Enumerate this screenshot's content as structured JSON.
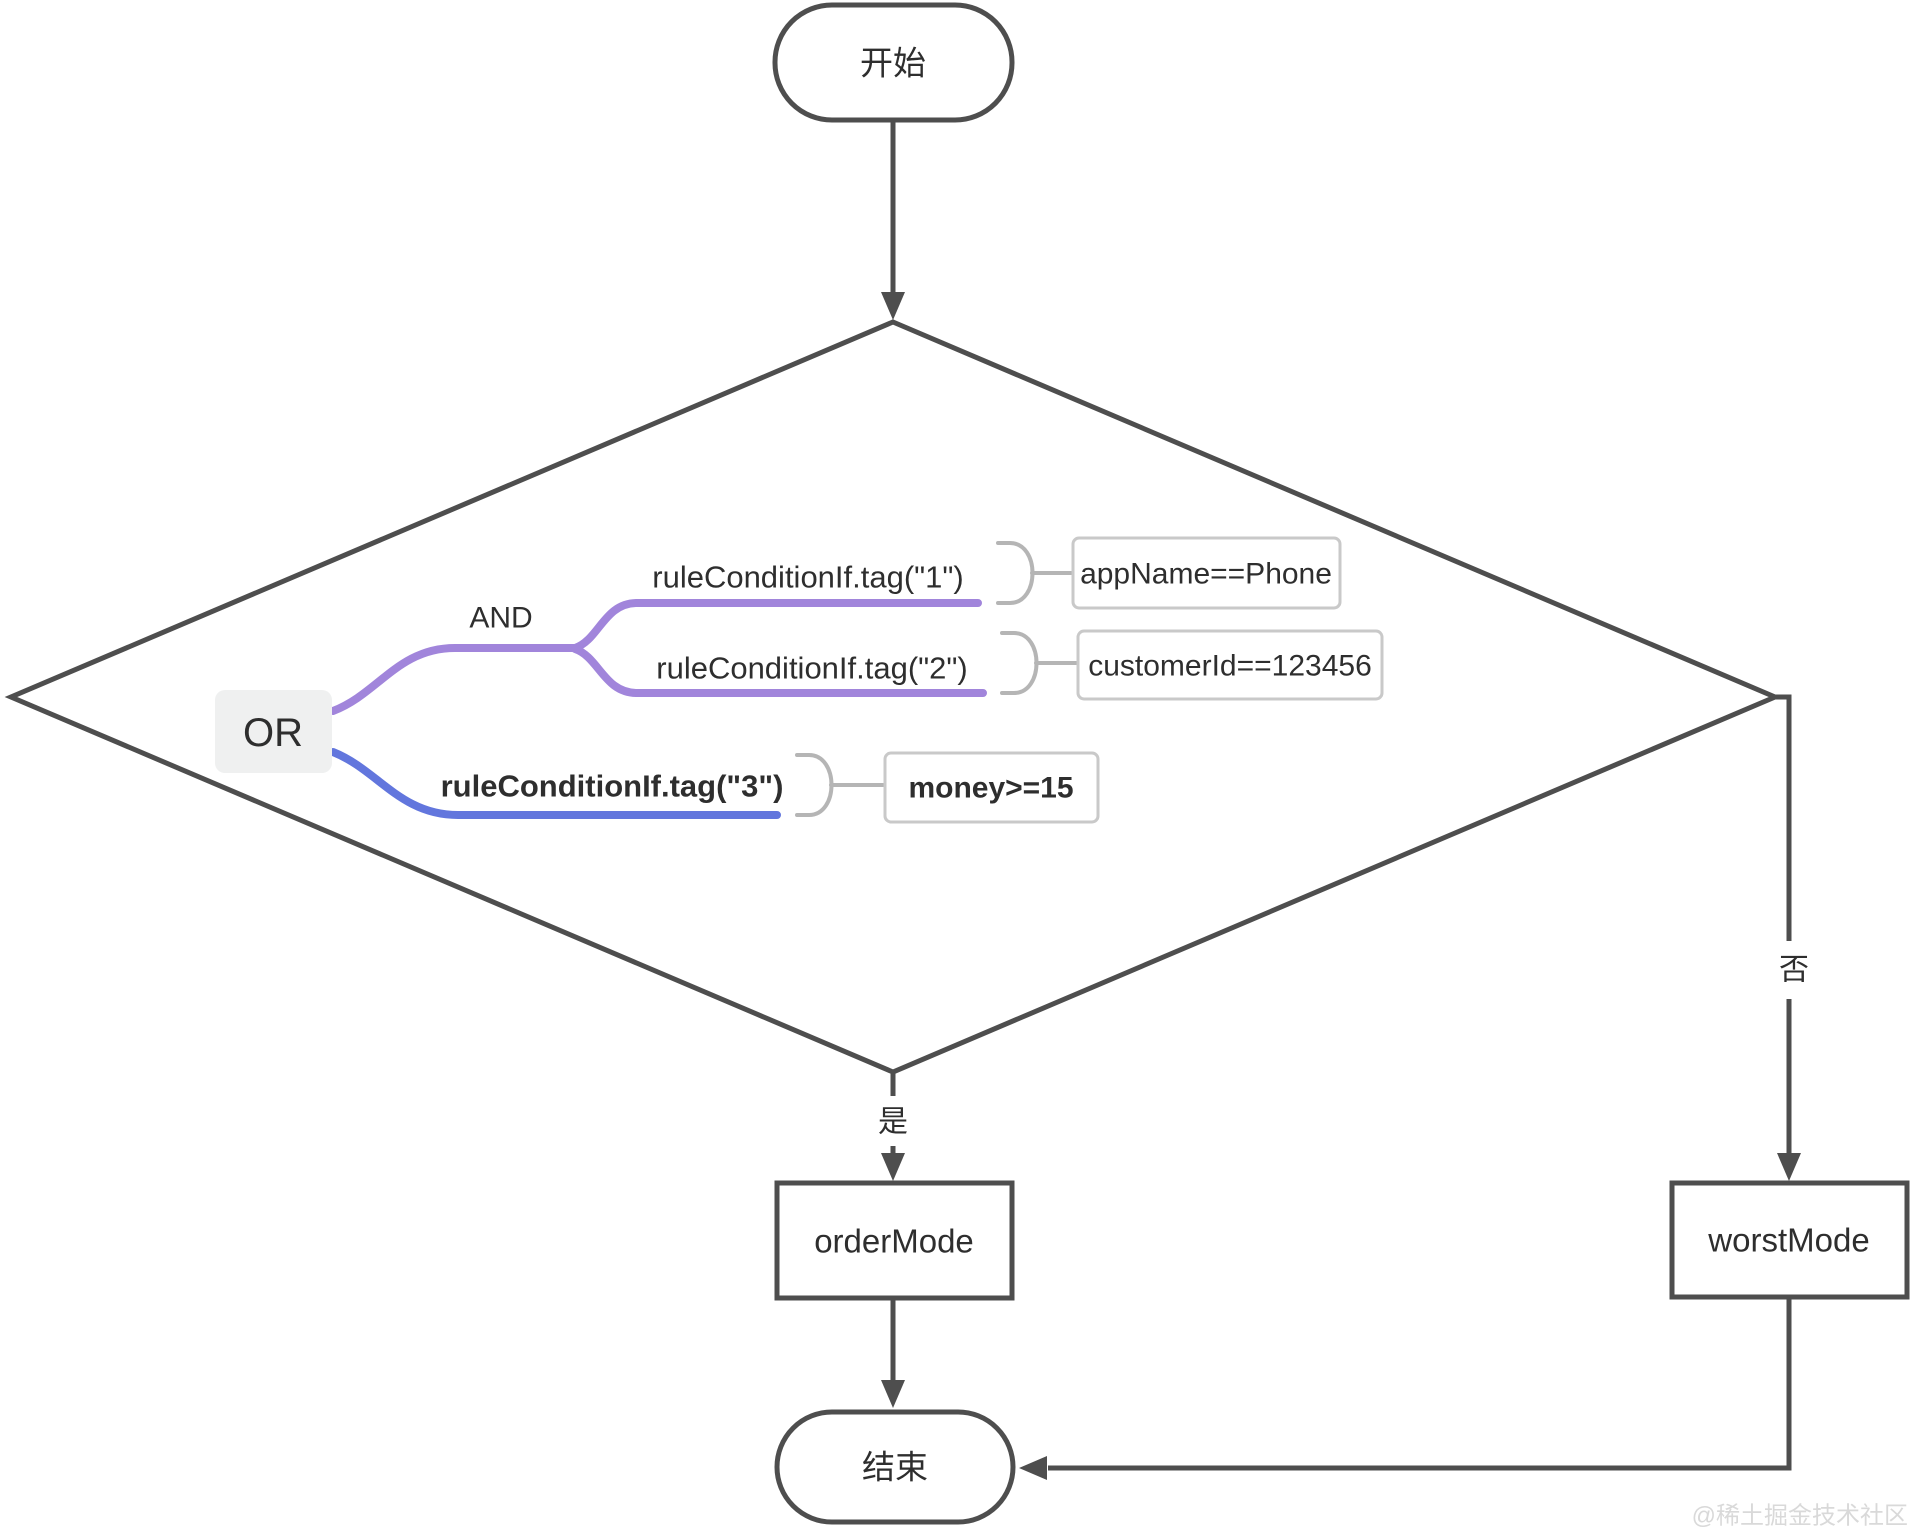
{
  "colors": {
    "line": "#4e4e4e",
    "purple": "#a185db",
    "blue": "#6276dd",
    "connector": "#b5b5b5",
    "box-border": "#c9c9c9",
    "or-bg": "#eff0f0",
    "text": "#2e2e2e",
    "watermark": "#d9d9d9"
  },
  "nodes": {
    "start": {
      "label": "开始"
    },
    "decision": {
      "operator_or": "OR",
      "operator_and": "AND",
      "conditions": [
        {
          "rule": "ruleConditionIf.tag(\"1\")",
          "expression": "appName==Phone"
        },
        {
          "rule": "ruleConditionIf.tag(\"2\")",
          "expression": "customerId==123456"
        },
        {
          "rule": "ruleConditionIf.tag(\"3\")",
          "expression": "money>=15"
        }
      ]
    },
    "order_mode": {
      "label": "orderMode"
    },
    "worst_mode": {
      "label": "worstMode"
    },
    "end": {
      "label": "结束"
    }
  },
  "edges": {
    "yes_label": "是",
    "no_label": "否"
  },
  "watermark": {
    "text": "@稀土掘金技术社区"
  }
}
